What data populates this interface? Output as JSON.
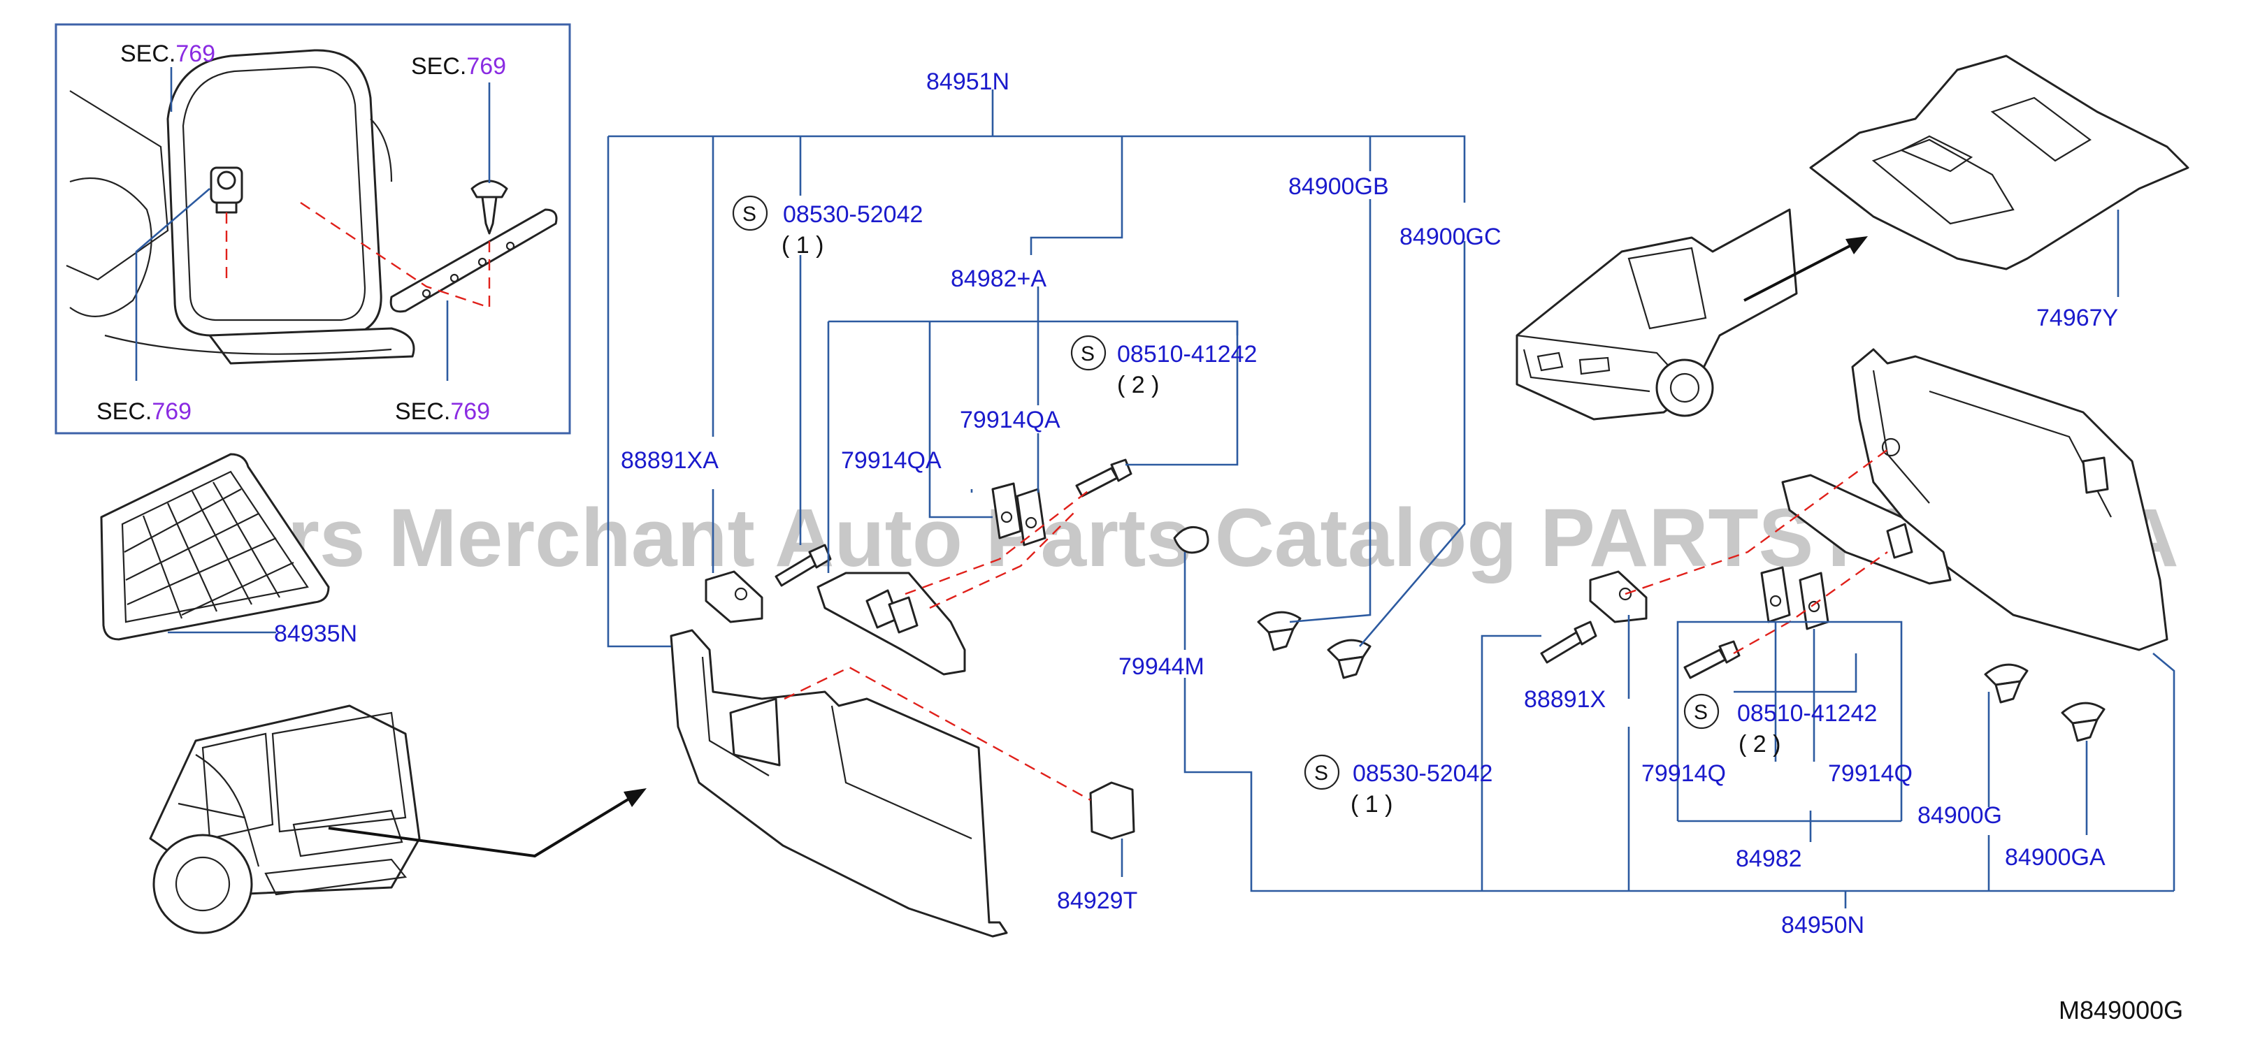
{
  "watermark": "Offers Merchant Auto Parts Catalog PARTSTORE.SA",
  "diagram_code": "M849000G",
  "inset": {
    "sec_prefix": "SEC.",
    "sec_number": "769"
  },
  "screw_symbol": "S",
  "parts": {
    "p84951N": "84951N",
    "p08530_52042_a": "08530-52042",
    "p08530_52042_a_qty": "( 1 )",
    "p84982A": "84982+A",
    "p08510_41242_a": "08510-41242",
    "p08510_41242_a_qty": "( 2 )",
    "p79914QA_1": "79914QA",
    "p79914QA_2": "79914QA",
    "p88891XA": "88891XA",
    "p84900GB": "84900GB",
    "p84900GC": "84900GC",
    "p74967Y": "74967Y",
    "p84935N": "84935N",
    "p79944M": "79944M",
    "p84929T": "84929T",
    "p08530_52042_b": "08530-52042",
    "p08530_52042_b_qty": "( 1 )",
    "p88891X": "88891X",
    "p08510_41242_b": "08510-41242",
    "p08510_41242_b_qty": "( 2 )",
    "p79914Q_1": "79914Q",
    "p79914Q_2": "79914Q",
    "p84900G": "84900G",
    "p84900GA": "84900GA",
    "p84982": "84982",
    "p84950N": "84950N"
  }
}
